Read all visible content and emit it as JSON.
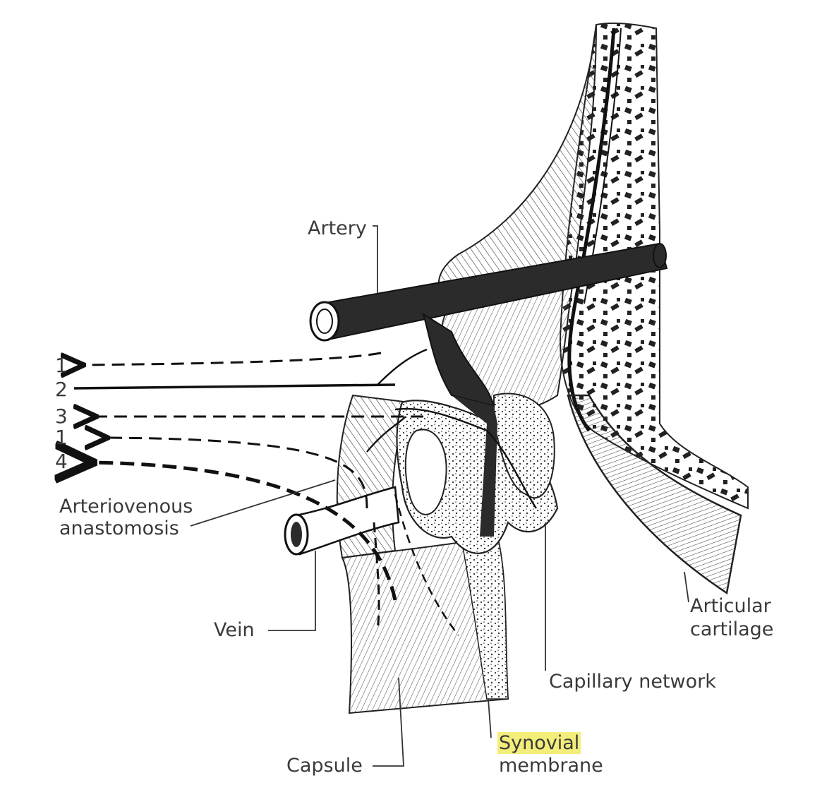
{
  "labels": {
    "artery": "Artery",
    "av_anastomosis_line1": "Arteriovenous",
    "av_anastomosis_line2": "anastomosis",
    "vein": "Vein",
    "capsule": "Capsule",
    "synovial_line1": "Synovial",
    "synovial_line2": "membrane",
    "capillary_network": "Capillary network",
    "articular_line1": "Articular",
    "articular_line2": "cartilage"
  },
  "pathway_numbers": [
    "1",
    "2",
    "3",
    "1",
    "4"
  ],
  "colors": {
    "ink": "#222222",
    "vessel_fill": "#2b2b2b",
    "highlight": "#f3ee7a",
    "label_text": "#3a3a3a"
  }
}
